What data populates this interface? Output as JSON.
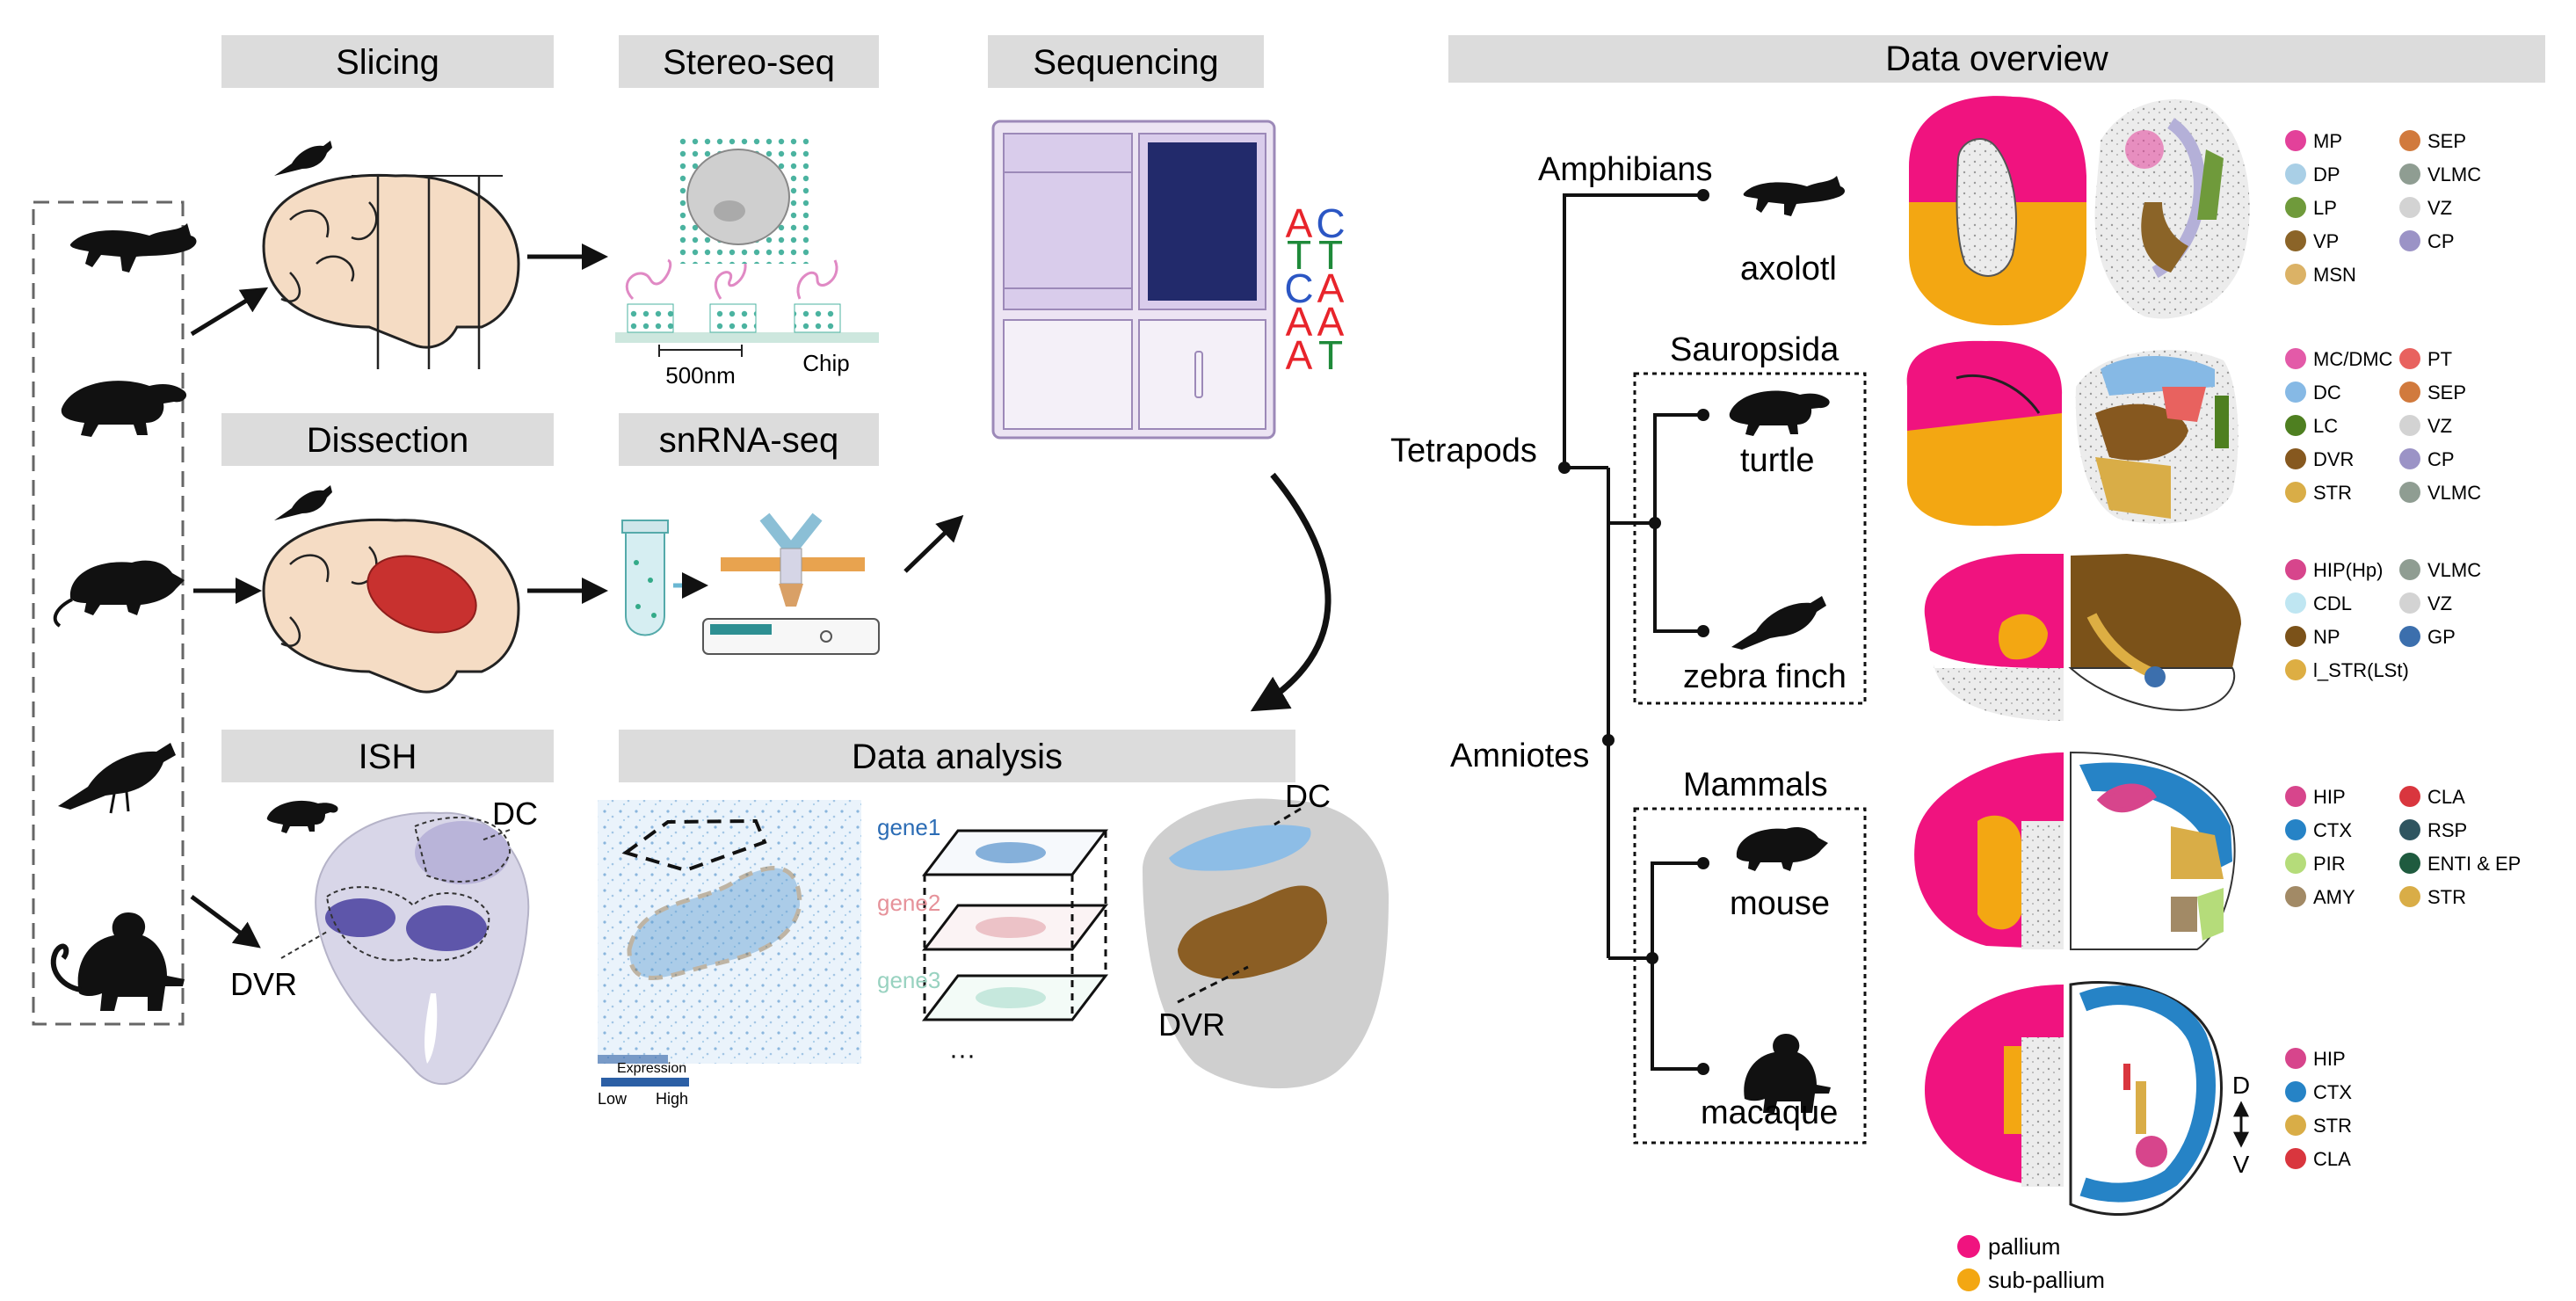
{
  "workflow": {
    "headers": {
      "slicing": "Slicing",
      "stereo_seq": "Stereo-seq",
      "sequencing": "Sequencing",
      "dissection": "Dissection",
      "snrna_seq": "snRNA-seq",
      "ish": "ISH",
      "data_analysis": "Data analysis"
    },
    "stereo": {
      "scale": "500nm",
      "chip": "Chip"
    },
    "seq_letters": [
      {
        "char": "A",
        "color": "#e8242b"
      },
      {
        "char": "C",
        "color": "#2b56c4"
      },
      {
        "char": "T",
        "color": "#1f8a3a"
      },
      {
        "char": "T",
        "color": "#1f8a3a"
      },
      {
        "char": "C",
        "color": "#2b56c4"
      },
      {
        "char": "A",
        "color": "#e8242b"
      },
      {
        "char": "A",
        "color": "#e8242b"
      },
      {
        "char": "A",
        "color": "#e8242b"
      },
      {
        "char": "A",
        "color": "#e8242b"
      },
      {
        "char": "T",
        "color": "#1f8a3a"
      }
    ],
    "ish": {
      "dc": "DC",
      "dvr": "DVR"
    },
    "analysis": {
      "genes": [
        "gene1",
        "gene2",
        "gene3"
      ],
      "ellipsis": "···",
      "expression_label": "Expression",
      "low": "Low",
      "high": "High",
      "dc": "DC",
      "dvr": "DVR"
    }
  },
  "overview": {
    "title": "Data overview",
    "tree": {
      "amphibians": "Amphibians",
      "tetrapods": "Tetrapods",
      "amniotes": "Amniotes",
      "sauropsida": "Sauropsida",
      "mammals": "Mammals"
    },
    "species": [
      "axolotl",
      "turtle",
      "zebra finch",
      "mouse",
      "macaque"
    ],
    "legends": [
      {
        "col1": [
          [
            "MP",
            "#e3419a"
          ],
          [
            "DP",
            "#a9cfe6"
          ],
          [
            "LP",
            "#6f9a3b"
          ],
          [
            "VP",
            "#8b6428"
          ],
          [
            "MSN",
            "#dbb266"
          ]
        ],
        "col2": [
          [
            "SEP",
            "#d17a3d"
          ],
          [
            "VLMC",
            "#8f9d92"
          ],
          [
            "VZ",
            "#d3d3d3"
          ],
          [
            "CP",
            "#9b93c6"
          ]
        ]
      },
      {
        "col1": [
          [
            "MC/DMC",
            "#e35aa8"
          ],
          [
            "DC",
            "#86b9e5"
          ],
          [
            "LC",
            "#4e7f20"
          ],
          [
            "DVR",
            "#86581f"
          ],
          [
            "STR",
            "#d9ad47"
          ]
        ],
        "col2": [
          [
            "PT",
            "#e8625f"
          ],
          [
            "SEP",
            "#d17a3d"
          ],
          [
            "VZ",
            "#d3d3d3"
          ],
          [
            "CP",
            "#9b93c6"
          ],
          [
            "VLMC",
            "#8f9d92"
          ]
        ]
      },
      {
        "col1": [
          [
            "HIP(Hp)",
            "#d7458c"
          ],
          [
            "CDL",
            "#bfe6f2"
          ],
          [
            "NP",
            "#7b5219"
          ],
          [
            "l_STR(LSt)",
            "#ddae43"
          ]
        ],
        "col2": [
          [
            "VLMC",
            "#8f9d92"
          ],
          [
            "VZ",
            "#d3d3d3"
          ],
          [
            "GP",
            "#3c6fad"
          ]
        ]
      },
      {
        "col1": [
          [
            "HIP",
            "#d7458c"
          ],
          [
            "CTX",
            "#2683c6"
          ],
          [
            "PIR",
            "#b5dc7a"
          ],
          [
            "AMY",
            "#a28a66"
          ]
        ],
        "col2": [
          [
            "CLA",
            "#d9363e"
          ],
          [
            "RSP",
            "#2f5560"
          ],
          [
            "ENTI & EP",
            "#1f5b3f"
          ],
          [
            "STR",
            "#d9ad47"
          ]
        ]
      },
      {
        "col1": [
          [
            "HIP",
            "#d7458c"
          ],
          [
            "CTX",
            "#2683c6"
          ],
          [
            "STR",
            "#d9ad47"
          ],
          [
            "CLA",
            "#d9363e"
          ]
        ],
        "col2": []
      }
    ],
    "axis": {
      "d": "D",
      "v": "V"
    },
    "key": [
      [
        "pallium",
        "#f0137f"
      ],
      [
        "sub-pallium",
        "#f3a712"
      ]
    ]
  },
  "colors": {
    "pallium": "#f0137f",
    "subpallium": "#f3a712",
    "header_bg": "#dcdcdc",
    "dvr_brown": "#8b5e24",
    "dc_blue": "#8dbde6"
  }
}
